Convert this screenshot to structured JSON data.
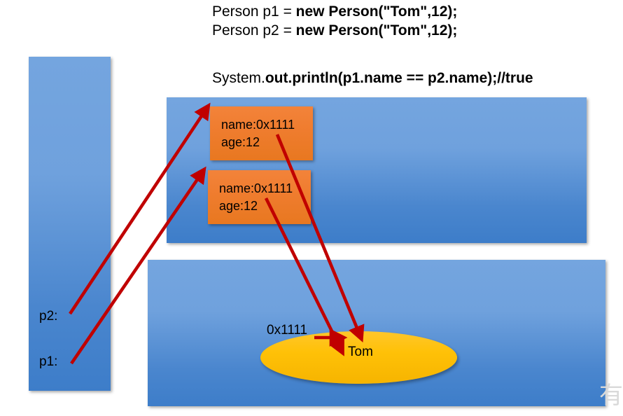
{
  "code": {
    "lines": [
      {
        "plain": "Person p1 = ",
        "bold": "new Person(\"Tom\",12);"
      },
      {
        "plain": "Person p2 = ",
        "bold": "new Person(\"Tom\",12);"
      },
      {
        "plain": "System.",
        "bold": "out.println(p1.name == p2.name);//true"
      }
    ]
  },
  "stack": {
    "labels": [
      {
        "text": "p2:"
      },
      {
        "text": "p1:"
      }
    ]
  },
  "heap": {
    "objects": [
      {
        "name_field": "name:0x1111",
        "age_field": "age:12"
      },
      {
        "name_field": "name:0x1111",
        "age_field": "age:12"
      }
    ],
    "string_pool": {
      "address": "0x1111",
      "value": "Tom"
    }
  },
  "colors": {
    "panel_blue_light": "#74a5df",
    "panel_blue_dark": "#3d7dc9",
    "object_orange_light": "#f3833a",
    "object_orange_dark": "#e87820",
    "string_yellow_light": "#ffc62b",
    "string_yellow_dark": "#f6b400",
    "arrow_red": "#c00000",
    "text_black": "#000000"
  },
  "watermark": {
    "glyph": "有"
  }
}
